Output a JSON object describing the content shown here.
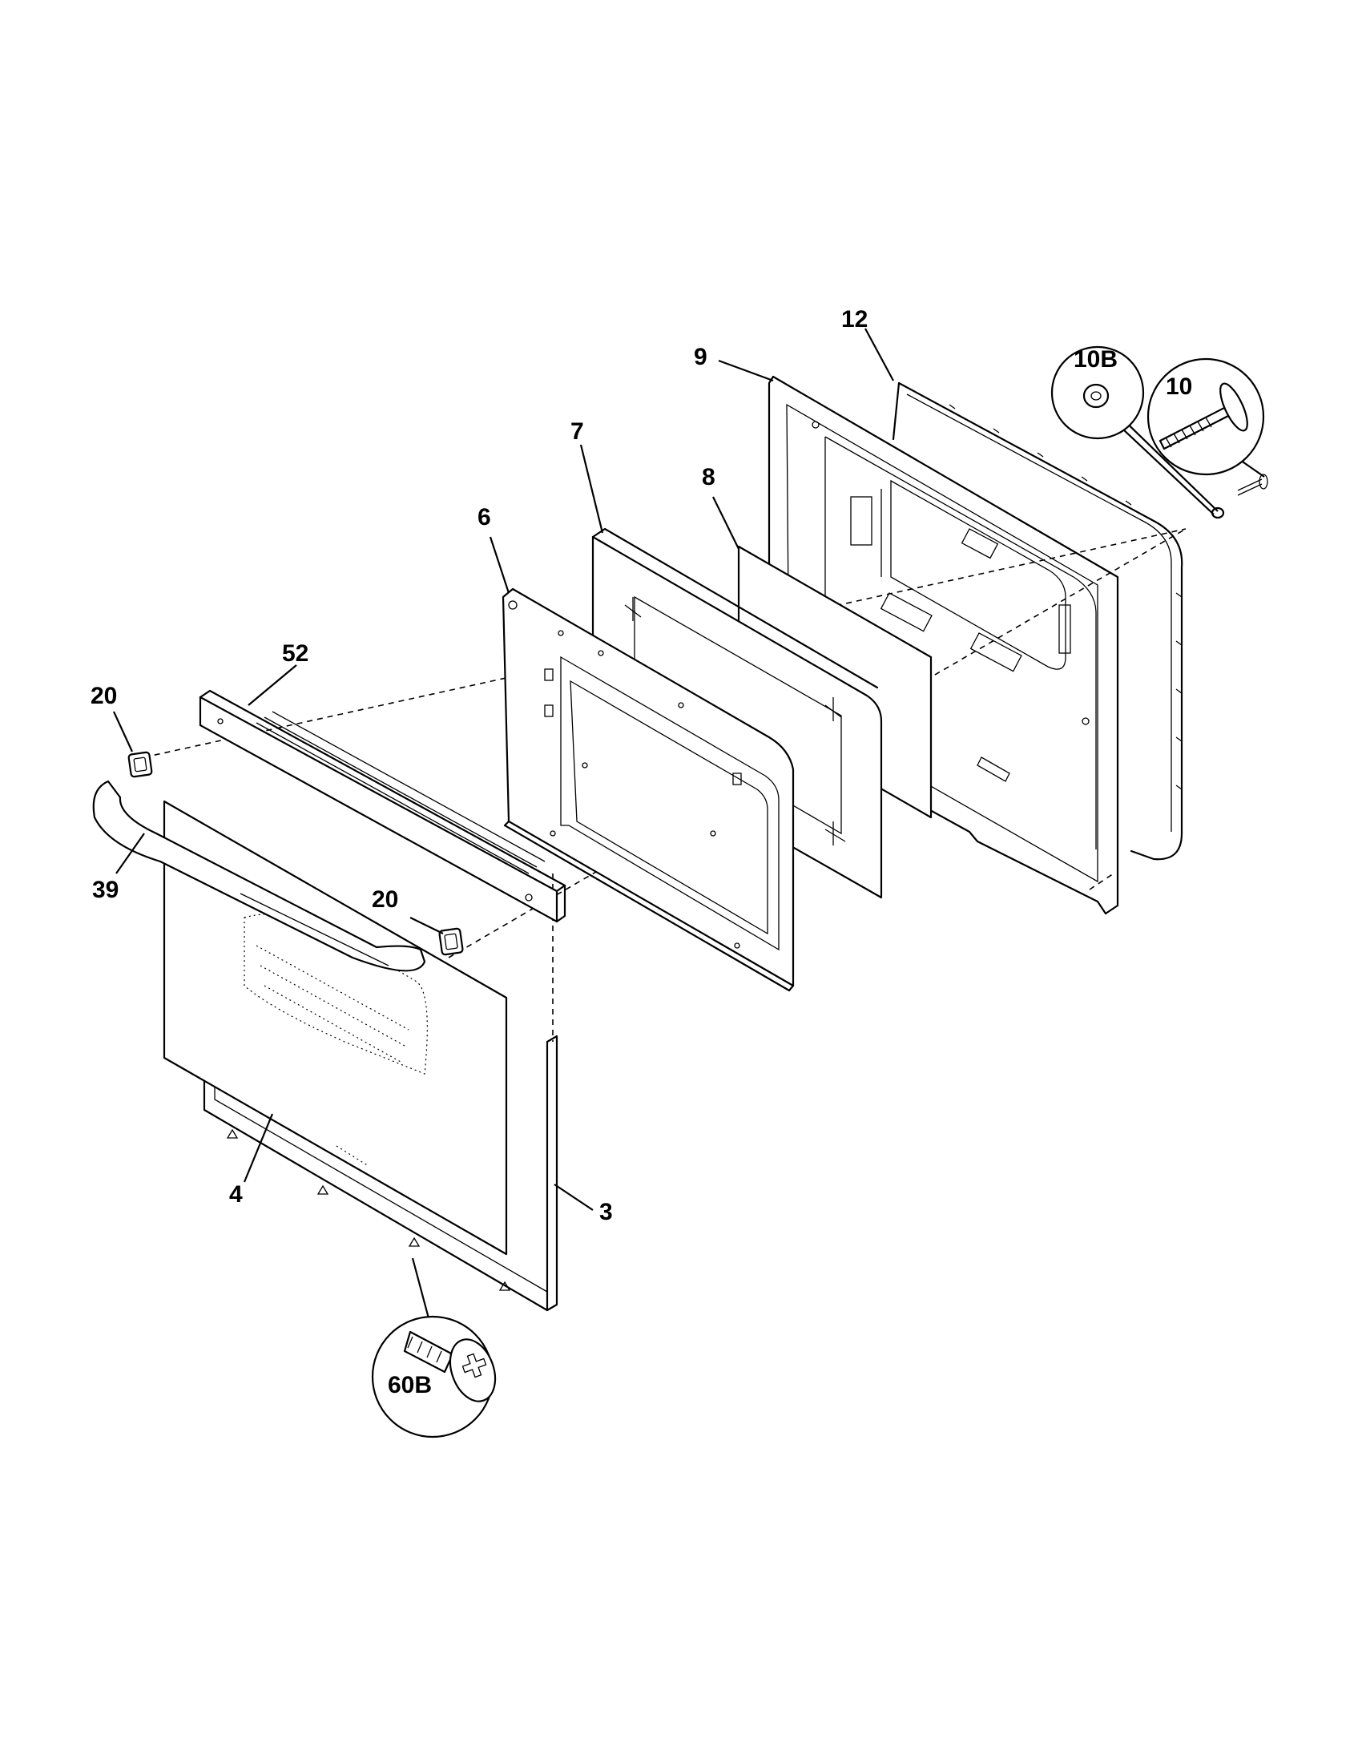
{
  "diagram": {
    "callouts": {
      "c3": "3",
      "c4": "4",
      "c6": "6",
      "c7": "7",
      "c8": "8",
      "c9": "9",
      "c10": "10",
      "c10b": "10B",
      "c12": "12",
      "c20a": "20",
      "c20b": "20",
      "c39": "39",
      "c52": "52",
      "c60b": "60B"
    },
    "colors": {
      "line": "#000000",
      "background": "#ffffff"
    }
  }
}
